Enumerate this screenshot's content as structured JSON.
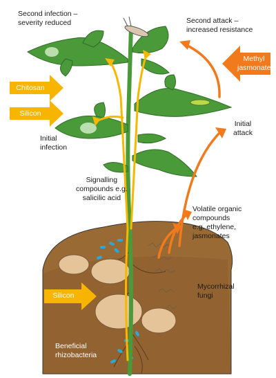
{
  "labels": {
    "second_infection": "Second infection –\nseverity reduced",
    "second_attack": "Second attack –\nincreased resistance",
    "initial_infection": "Initial\ninfection",
    "initial_attack": "Initial\nattack",
    "signalling": "Signalling\ncompounds e.g.\nsalicilic acid",
    "volatile": "Volatile organic\ncompounds\ne.g. ethylene,\njasmonates",
    "mycorrhizal": "Mycorrhizal\nfungi",
    "rhizobacteria": "Beneficial\nrhizobacteria"
  },
  "treatments": {
    "chitosan": "Chitosan",
    "silicon_top": "Silicon",
    "silicon_soil": "Silicon",
    "methyl_jasmonate": "Methyl\njasmonate"
  },
  "colors": {
    "leaf": "#4a9a3a",
    "leaf_dark": "#2f6d25",
    "soil": "#9a6a35",
    "soil_dark": "#7a5028",
    "tuber": "#e6c49a",
    "signal_yellow": "#f5b800",
    "volatile_orange": "#f07a1c",
    "arrow_yellow": "#f7b400",
    "arrow_orange": "#f07a1c",
    "bacteria": "#2aa8d8"
  }
}
